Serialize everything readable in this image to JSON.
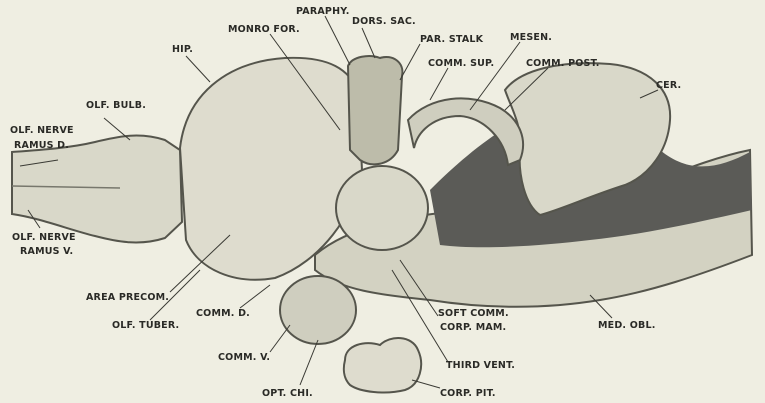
{
  "colors": {
    "background": "#efeee2",
    "tissue": "#d9d8c9",
    "tissue_dark": "#bdbcaa",
    "cavity": "#5b5b57",
    "outline": "#55554c",
    "label_text": "#2a2a26"
  },
  "labels": {
    "olf_nerve_ramus_d_1": "OLF. NERVE",
    "olf_nerve_ramus_d_2": "RAMUS D.",
    "olf_bulb": "OLF. BULB.",
    "hip": "HIP.",
    "monro_for": "MONRO FOR.",
    "paraphy": "PARAPHY.",
    "dors_sac": "DORS. SAC.",
    "par_stalk": "PAR. STALK",
    "mesen": "MESEN.",
    "comm_sup": "COMM. SUP.",
    "comm_post": "COMM. POST.",
    "cer": "CER.",
    "olf_nerve_ramus_v_1": "OLF. NERVE",
    "olf_nerve_ramus_v_2": "RAMUS V.",
    "area_precom": "AREA PRECOM.",
    "comm_d": "COMM. D.",
    "olf_tuber": "OLF. TUBER.",
    "soft_comm": "SOFT COMM.",
    "corp_mam": "CORP. MAM.",
    "med_obl": "MED. OBL.",
    "comm_v": "COMM. V.",
    "third_vent": "THIRD VENT.",
    "opt_chi": "OPT. CHI.",
    "corp_pit": "CORP. PIT."
  }
}
